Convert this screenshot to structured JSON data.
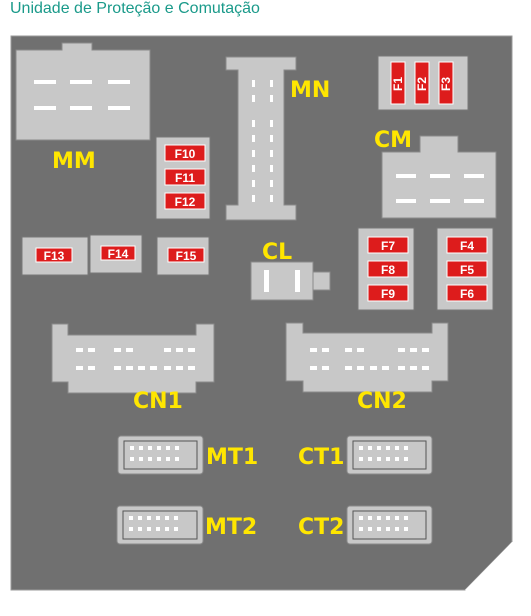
{
  "title": "Unidade de Proteção e Comutação",
  "colors": {
    "board": "#707070",
    "label": "#ffe600",
    "fuse": "#dd1c1c",
    "title": "#1a9a8a"
  },
  "connectors": {
    "mm": "MM",
    "mn": "MN",
    "cm": "CM",
    "cl": "CL",
    "cn1": "CN1",
    "cn2": "CN2",
    "mt1": "MT1",
    "mt2": "MT2",
    "ct1": "CT1",
    "ct2": "CT2"
  },
  "fuses": {
    "f1": "F1",
    "f2": "F2",
    "f3": "F3",
    "f4": "F4",
    "f5": "F5",
    "f6": "F6",
    "f7": "F7",
    "f8": "F8",
    "f9": "F9",
    "f10": "F10",
    "f11": "F11",
    "f12": "F12",
    "f13": "F13",
    "f14": "F14",
    "f15": "F15"
  }
}
